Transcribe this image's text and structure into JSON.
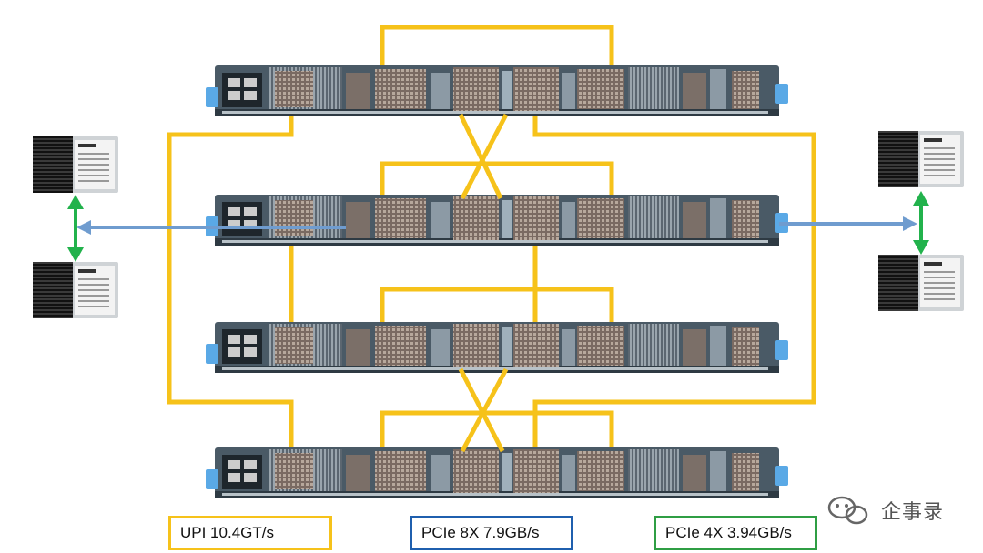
{
  "colors": {
    "upi": "#f6c21a",
    "pcie8x": "#1f5fae",
    "pcie4x": "#2f9e44",
    "board": "#4a5a66",
    "board_light": "#8c9aa5",
    "latch": "#5aa9e6",
    "heatsink": "#8a7a70",
    "arrow_h": "#6f9ccf",
    "arrow_v": "#22b24c"
  },
  "legend": {
    "upi": "UPI 10.4GT/s",
    "pcie8x": "PCIe 8X 7.9GB/s",
    "pcie4x": "PCIe 4X 3.94GB/s"
  },
  "watermark": {
    "text": "企事录",
    "icon": "wechat-icon"
  },
  "icons": {
    "drive": "ssd-drive-icon"
  }
}
